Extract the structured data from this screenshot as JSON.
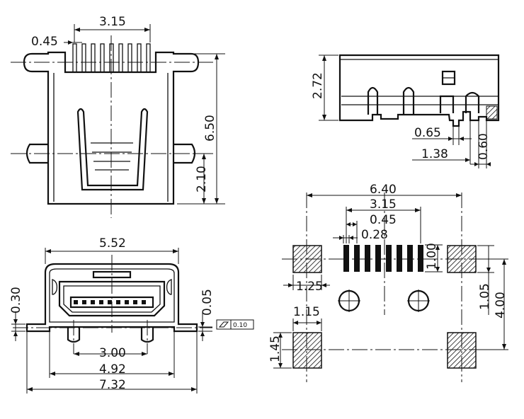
{
  "drawing": {
    "top_view": {
      "pitch_span": "3.15",
      "pin_width": "0.45",
      "body_length": "6.50",
      "tab_offset": "2.10"
    },
    "side_view": {
      "height": "2.72",
      "foot_width": "0.65",
      "foot_offset": "1.38",
      "foot_length": "0.60"
    },
    "front_view": {
      "opening_width": "5.52",
      "tab_thickness": "0.30",
      "coplanarity_gap": "0.05",
      "flatness": "0.10",
      "peg_span": "3.00",
      "body_width": "4.92",
      "overall_width": "7.32"
    },
    "footprint": {
      "overall": "6.40",
      "pin_span": "3.15",
      "pin_pitch": "0.45",
      "pad_width": "0.28",
      "pad_height": "1.00",
      "side_pad_width": "1.25",
      "pad_to_hole": "1.05",
      "pad_to_mount": "4.00",
      "mount_pad_width": "1.15",
      "mount_pad_height": "1.45"
    }
  }
}
